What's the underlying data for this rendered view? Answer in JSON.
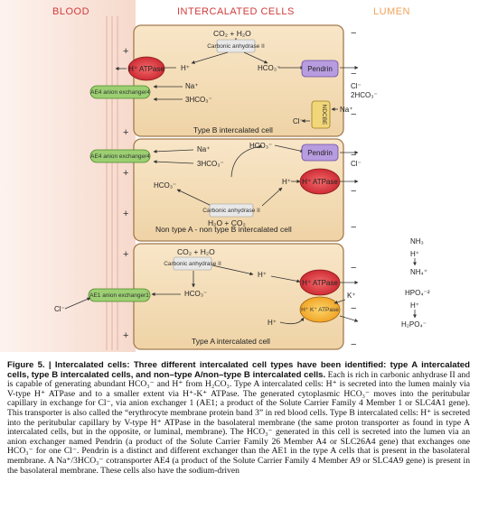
{
  "headers": {
    "blood": "BLOOD",
    "cells": "INTERCALATED CELLS",
    "lumen": "LUMEN"
  },
  "cellB": {
    "co2_h2o": "CO₂ + H₂O",
    "enzyme": "Carbonic anhydrase II",
    "h": "H⁺",
    "hco3": "HCO₃⁻",
    "h_atpase": "H⁺ ATPase",
    "ae4": "AE4 anion exchanger4",
    "na": "Na⁺",
    "three_hco3": "3HCO₃⁻",
    "pendrin": "Pendrin",
    "cl": "Cl⁻",
    "two_hco3": "2HCO₃⁻",
    "ndcbe": "NDCBE",
    "na_lumen": "Na⁺",
    "cl_lumen": "Cl⁻",
    "label": "Type B intercalated cell"
  },
  "cellN": {
    "na": "Na⁺",
    "hco3_top": "HCO₃⁻",
    "three_hco3": "3HCO₃⁻",
    "ae4": "AE4 anion exchanger4",
    "pendrin": "Pendrin",
    "cl": "Cl⁻",
    "hco3": "HCO₃⁻",
    "h": "H⁺",
    "h_atpase": "H⁺ ATPase",
    "enzyme": "Carbonic anhydrase II",
    "h2o_co2": "H₂O + CO₂",
    "label": "Non type A - non type B intercalated cell"
  },
  "cellA": {
    "co2_h2o": "CO₂ + H₂O",
    "enzyme": "Carbonic anhydrase II",
    "h": "H⁺",
    "hco3": "HCO₃⁻",
    "ae1": "AE1 anion exchanger1",
    "cl_blood": "Cl⁻",
    "h_atpase": "H⁺ ATPase",
    "hk_atpase": "H⁺ K⁺ ATPase",
    "k": "K⁺",
    "h_lumen": "H⁺",
    "label": "Type A intercalated cell"
  },
  "lumen": {
    "nh3": "NH₃",
    "h1": "H⁺",
    "nh4": "NH₄⁺",
    "hpo4": "HPO₄⁻²",
    "h2": "H⁺",
    "h2po4": "H₂PO₄⁻"
  },
  "caption": {
    "bold": "Figure 5. | Intercalated cells: Three different intercalated cell types have been identified: type A intercalated cells, type B intercalated cells, and non–type A/non–type B intercalated cells.",
    "body": "Each is rich in carbonic anhydrase II and is capable of generating abundant HCO₃⁻ and H⁺ from H₂CO₃. Type A intercalated cells: H⁺ is secreted into the lumen mainly via V-type H⁺ ATPase and to a smaller extent via H⁺-K⁺ ATPase. The generated cytoplasmic HCO₃⁻ moves into the peritubular capillary in exchange for Cl⁻, via anion exchanger 1 (AE1; a product of the Solute Carrier Family 4 Member 1 or SLC4A1 gene). This transporter is also called the “erythrocyte membrane protein band 3” in red blood cells. Type B intercalated cells: H⁺ is secreted into the peritubular capillary by V-type H⁺ ATPase in the basolateral membrane (the same proton transporter as found in type A intercalated cells, but in the opposite, or luminal, membrane). The HCO₃⁻ generated in this cell is secreted into the lumen via an anion exchanger named Pendrin (a product of the Solute Carrier Family 26 Member A4 or SLC26A4 gene) that exchanges one HCO₃⁻ for one Cl⁻. Pendrin is a distinct and different exchanger than the AE1 in the type A cells that is present in the basolateral membrane. A Na⁺/3HCO₃⁻ cotransporter AE4 (a product of the Solute Carrier Family 4 Member A9 or SLC4A9 gene) is present in the basolateral membrane. These cells also have the sodium-driven"
  }
}
